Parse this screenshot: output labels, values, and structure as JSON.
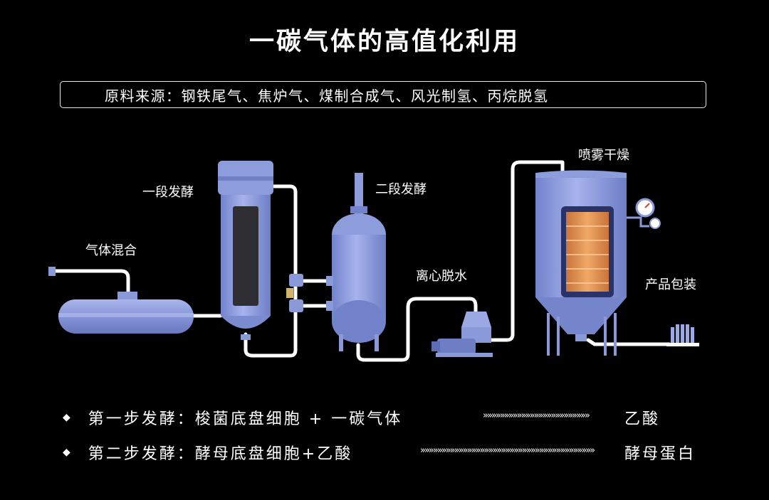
{
  "title": "一碳气体的高值化利用",
  "source": "原料来源：钢铁尾气、焦炉气、煤制合成气、风光制氢、丙烷脱氢",
  "labels": {
    "gas_mixing": "气体混合",
    "stage1": "一段发酵",
    "stage2": "二段发酵",
    "centrifuge": "离心脱水",
    "spray_dry": "喷雾干燥",
    "packaging": "产品包装"
  },
  "steps": [
    {
      "bullet": "◆",
      "text": "第一步发酵：梭菌底盘细胞 + 一碳气体",
      "arrows": "»»»»»»»»»»»»»»»»»»»»»»»»»",
      "result": "乙酸"
    },
    {
      "bullet": "◆",
      "text": "第二步发酵：酵母底盘细胞+乙酸",
      "arrows": "»»»»»»»»»»»»»»»»»»»»»»»»»»»»»»»»»»»»»»»»»",
      "result": "酵母蛋白"
    }
  ],
  "colors": {
    "background": "#000000",
    "vessel": "#8a9ad8",
    "vessel_dark": "#6a7ac2",
    "pipe": "#ffffff",
    "heater": "#d98a4a"
  }
}
